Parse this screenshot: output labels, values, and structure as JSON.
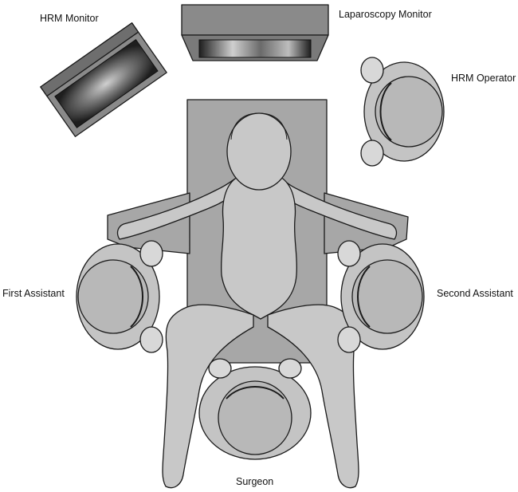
{
  "labels": {
    "hrm_monitor": "HRM Monitor",
    "laparoscopy_monitor": "Laparoscopy Monitor",
    "hrm_operator": "HRM Operator",
    "first_assistant": "First Assistant",
    "second_assistant": "Second Assistant",
    "surgeon": "Surgeon"
  },
  "colors": {
    "background": "#ffffff",
    "table": "#a7a7a7",
    "patient": "#c8c8c8",
    "person_body": "#c4c4c4",
    "head": "#b8b8b8",
    "monitor_body": "#8a8a8a",
    "screen": "#2a2a2a",
    "outline": "#1a1a1a"
  }
}
